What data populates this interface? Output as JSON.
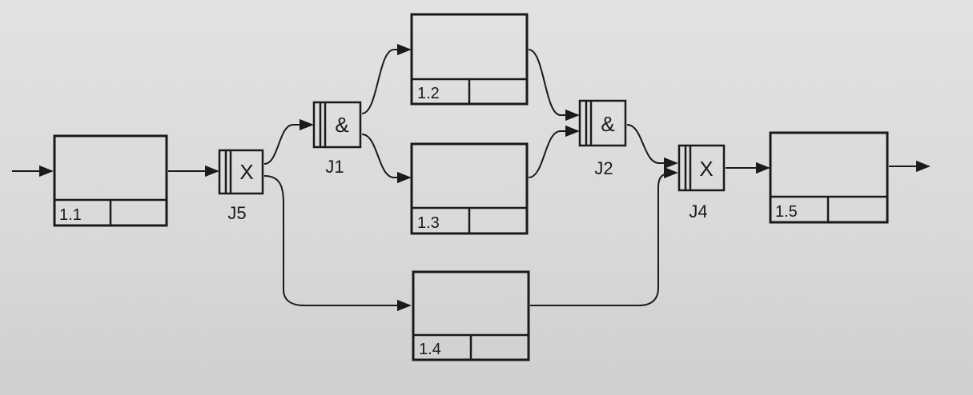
{
  "colors": {
    "ink": "#1a1a1a",
    "paper": "#dcdcdc"
  },
  "boxes": [
    {
      "id": "1.1"
    },
    {
      "id": "1.2"
    },
    {
      "id": "1.3"
    },
    {
      "id": "1.4"
    },
    {
      "id": "1.5"
    }
  ],
  "junctions": [
    {
      "name": "J5",
      "symbol": "X"
    },
    {
      "name": "J1",
      "symbol": "&"
    },
    {
      "name": "J2",
      "symbol": "&"
    },
    {
      "name": "J4",
      "symbol": "X"
    }
  ]
}
